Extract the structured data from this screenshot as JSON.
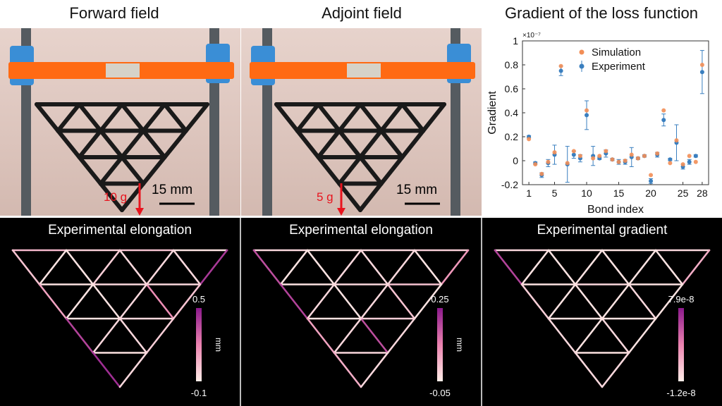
{
  "titles": {
    "forward": "Forward field",
    "adjoint": "Adjoint field",
    "gradient": "Gradient of the loss function"
  },
  "photos": {
    "forward": {
      "load": "10 g",
      "scale": "15 mm"
    },
    "adjoint": {
      "load": "5 g",
      "scale": "15 mm"
    }
  },
  "panels": [
    {
      "title": "Experimental elongation",
      "cbar_max": "0.5",
      "cbar_min": "-0.1",
      "unit": "mm"
    },
    {
      "title": "Experimental elongation",
      "cbar_max": "0.25",
      "cbar_min": "-0.05",
      "unit": "mm"
    },
    {
      "title": "Experimental gradient",
      "cbar_max": "7.9e-8",
      "cbar_min": "-1.2e-8",
      "unit": ""
    }
  ],
  "colors": {
    "simulation": "#f28e56",
    "experiment": "#3a7fbf",
    "orange_bar": "#ff6a13",
    "arrow": "#e8141e"
  },
  "chart_data": {
    "type": "scatter",
    "xlabel": "Bond index",
    "ylabel": "Gradient",
    "exponent_label": "×10⁻⁷",
    "xlim": [
      0,
      29
    ],
    "ylim": [
      -0.2,
      1
    ],
    "xticks": [
      1,
      5,
      10,
      15,
      20,
      25,
      28
    ],
    "yticks": [
      -0.2,
      0,
      0.2,
      0.4,
      0.6,
      0.8,
      1
    ],
    "yticklabels": [
      "-0.2",
      "0",
      "0.2",
      "0.4",
      "0.6",
      "0.8",
      "1"
    ],
    "legend": "top-right",
    "series": [
      {
        "name": "Simulation",
        "x": [
          1,
          2,
          3,
          4,
          5,
          6,
          7,
          8,
          9,
          10,
          11,
          12,
          13,
          14,
          15,
          16,
          17,
          18,
          19,
          20,
          21,
          22,
          23,
          24,
          25,
          26,
          27,
          28
        ],
        "y": [
          0.18,
          -0.03,
          -0.11,
          -0.01,
          0.07,
          0.79,
          -0.02,
          0.08,
          0.04,
          0.42,
          0.02,
          0.04,
          0.08,
          0.01,
          -0.01,
          0.0,
          0.05,
          0.02,
          0.04,
          -0.12,
          0.06,
          0.42,
          -0.02,
          0.17,
          -0.03,
          0.04,
          -0.01,
          0.8
        ]
      },
      {
        "name": "Experiment",
        "x": [
          1,
          2,
          3,
          4,
          5,
          6,
          7,
          8,
          9,
          10,
          11,
          12,
          13,
          14,
          15,
          16,
          17,
          18,
          19,
          20,
          21,
          22,
          23,
          24,
          25,
          26,
          27,
          28
        ],
        "y": [
          0.2,
          -0.02,
          -0.12,
          -0.02,
          0.05,
          0.75,
          -0.03,
          0.05,
          0.02,
          0.38,
          0.04,
          0.02,
          0.06,
          0.01,
          -0.01,
          -0.01,
          0.03,
          0.02,
          0.04,
          -0.17,
          0.05,
          0.34,
          0.01,
          0.15,
          -0.05,
          -0.01,
          0.04,
          0.74
        ],
        "err": [
          0.01,
          0.01,
          0.02,
          0.03,
          0.08,
          0.04,
          0.15,
          0.03,
          0.03,
          0.12,
          0.08,
          0.01,
          0.03,
          0.01,
          0.02,
          0.02,
          0.08,
          0.01,
          0.01,
          0.02,
          0.02,
          0.05,
          0.01,
          0.15,
          0.02,
          0.02,
          0.01,
          0.18
        ]
      }
    ]
  }
}
